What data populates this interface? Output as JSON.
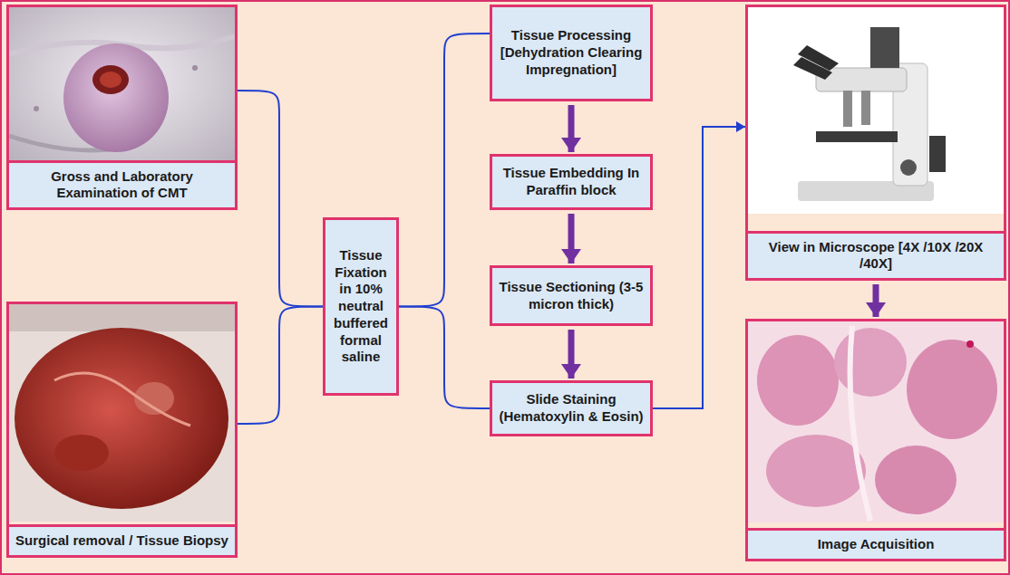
{
  "diagram": {
    "nodes": [
      {
        "text": [
          "Gross and Laboratory Examination of CMT"
        ]
      },
      {
        "text": [
          "Surgical removal / Tissue Biopsy"
        ]
      },
      {
        "text": [
          "Tissue Fixation in 10% neutral buffered formal saline"
        ]
      },
      {
        "text": [
          "Tissue Processing [Dehydration Clearing Impregnation]"
        ]
      },
      {
        "text": [
          "Tissue Embedding In Paraffin block"
        ]
      },
      {
        "text": [
          "Tissue Sectioning (3-5 micron thick)"
        ]
      },
      {
        "text": [
          "Slide Staining (Hematoxylin & Eosin)"
        ]
      },
      {
        "text": [
          "View in Microscope [4X /10X /20X /40X]"
        ]
      },
      {
        "text": [
          "Image Acquisition"
        ]
      }
    ],
    "edges": [
      {
        "from": 0,
        "to": 2,
        "arrow": "none"
      },
      {
        "from": 1,
        "to": 2,
        "arrow": "none"
      },
      {
        "from": 2,
        "to": 3,
        "arrow": "none"
      },
      {
        "from": 2,
        "to": 6,
        "arrow": "none"
      },
      {
        "from": 3,
        "to": 4,
        "arrow": "to"
      },
      {
        "from": 4,
        "to": 5,
        "arrow": "to"
      },
      {
        "from": 5,
        "to": 6,
        "arrow": "to"
      },
      {
        "from": 6,
        "to": 7,
        "arrow": "to"
      },
      {
        "from": 7,
        "to": 8,
        "arrow": "to"
      }
    ]
  }
}
